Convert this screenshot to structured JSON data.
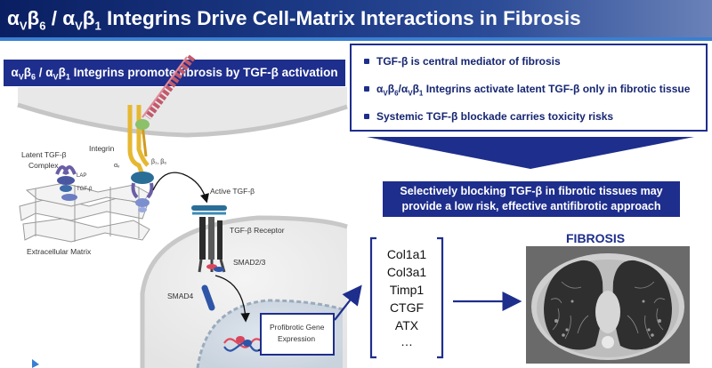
{
  "title": {
    "pre1": "α",
    "sub1": "V",
    "mid1": "β",
    "sub2": "6",
    "sep": " / ",
    "pre2": "α",
    "sub3": "V",
    "mid2": "β",
    "sub4": "1",
    "rest": " Integrins Drive Cell-Matrix Interactions in Fibrosis"
  },
  "subtitle": {
    "a1": "α",
    "s1": "V",
    "b1": "β",
    "s2": "6",
    "sep": " / ",
    "a2": "α",
    "s3": "V",
    "b2": "β",
    "s4": "1",
    "rest": " Integrins promote fibrosis by TGF-β activation"
  },
  "bullets": [
    {
      "text": "TGF-β is central mediator of fibrosis"
    },
    {
      "pre": "α",
      "s1": "V",
      "b1": "β",
      "s2": "6",
      "slash": "/α",
      "s3": "V",
      "b2": "β",
      "s4": "1",
      "text": " Integrins activate latent TGF-β only in fibrotic tissue"
    },
    {
      "text": "Systemic TGF-β blockade carries toxicity risks"
    }
  ],
  "approach": {
    "line1": "Selectively blocking TGF-β in fibrotic tissues may",
    "line2": "provide a low risk, effective antifibrotic approach"
  },
  "diagram": {
    "latent_complex_1": "Latent TGF-β",
    "latent_complex_2": "Complex",
    "lap": "LAP",
    "tgfb_small": "TGF-β",
    "integrin": "Integrin",
    "alpha_v": "αᵥ",
    "beta_sub": "β₁, β₆",
    "active_tgfb": "Active TGF-β",
    "receptor": "TGF-β Receptor",
    "smad23": "SMAD2/3",
    "smad4": "SMAD4",
    "ecm": "Extracellular Matrix",
    "profibrotic_1": "Profibrotic Gene",
    "profibrotic_2": "Expression"
  },
  "genes": [
    "Col1a1",
    "Col3a1",
    "Timp1",
    "CTGF",
    "ATX",
    "…"
  ],
  "fibrosis_label": "FIBROSIS",
  "colors": {
    "navy": "#1e2e8c",
    "title_bg": "#0a1f62",
    "accent_line": "#3a7fd1",
    "integrin_yellow": "#e6b832",
    "receptor_blue": "#2b6f9e",
    "membrane_pink": "#c85c6e"
  }
}
